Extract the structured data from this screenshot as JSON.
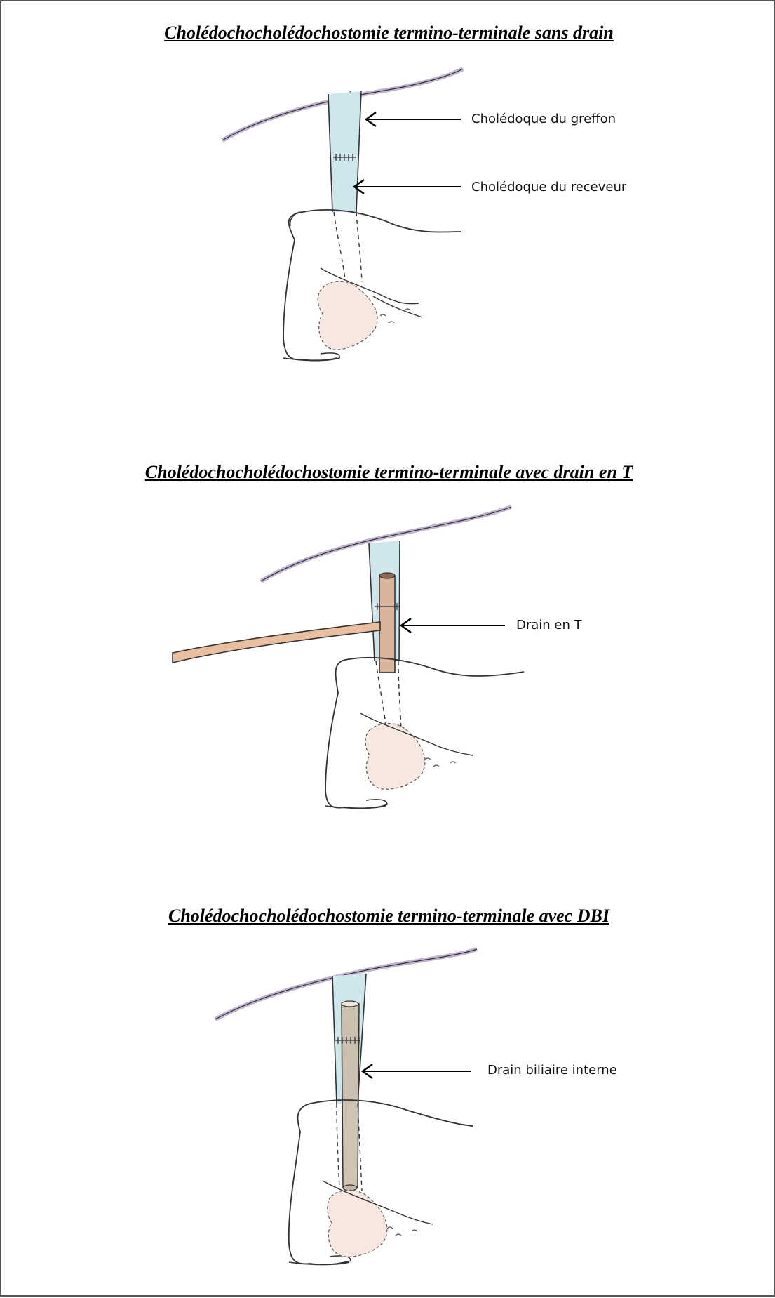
{
  "panels": [
    {
      "title": "Cholédochocholédochostomie termino-terminale sans drain",
      "labels": [
        "Cholédoque du greffon",
        "Cholédoque du receveur"
      ]
    },
    {
      "title": "Cholédochocholédochostomie termino-terminale avec drain en T",
      "labels": [
        "Drain en T"
      ]
    },
    {
      "title": "Cholédochocholédochostomie termino-terminale avec DBI",
      "labels": [
        "Drain biliaire interne"
      ]
    }
  ],
  "colors": {
    "liver_edge": "#bfb2cf",
    "duct": "#cfe6ec",
    "t_drain": "#e9bfa0",
    "internal_drain": "#c9b8a6",
    "outline": "#222222"
  }
}
